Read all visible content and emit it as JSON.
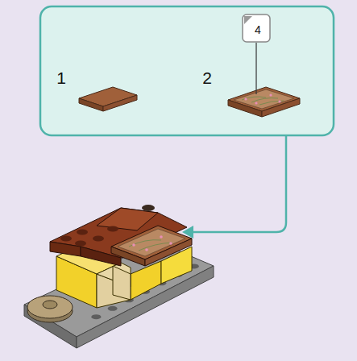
{
  "diagram": {
    "labels": [
      "1",
      "2",
      "4"
    ]
  }
}
